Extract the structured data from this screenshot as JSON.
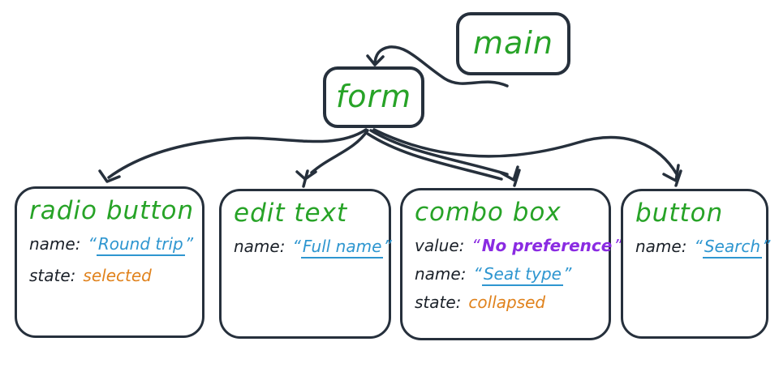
{
  "diagram_title": "accessibility-tree-diagram",
  "quotes": {
    "open": "“",
    "close": "”"
  },
  "colors": {
    "ink": "#26303c",
    "node_title_green": "#27a327",
    "name_blue": "#2e96d0",
    "state_orange": "#e0821c",
    "value_purple": "#8a2be2",
    "label_dark": "#1b2129"
  },
  "nodes": {
    "main": {
      "label": "main"
    },
    "form": {
      "label": "form"
    },
    "radio": {
      "title": "radio button",
      "props": [
        {
          "label": "name:",
          "value": "Round trip",
          "kind": "name"
        },
        {
          "label": "state:",
          "value": "selected",
          "kind": "state"
        }
      ]
    },
    "edit": {
      "title": "edit text",
      "props": [
        {
          "label": "name:",
          "value": "Full name",
          "kind": "name"
        }
      ]
    },
    "combo": {
      "title": "combo box",
      "props": [
        {
          "label": "value:",
          "value": "No preference",
          "kind": "value"
        },
        {
          "label": "name:",
          "value": "Seat type",
          "kind": "name"
        },
        {
          "label": "state:",
          "value": "collapsed",
          "kind": "state"
        }
      ]
    },
    "button": {
      "title": "button",
      "props": [
        {
          "label": "name:",
          "value": "Search",
          "kind": "name"
        }
      ]
    }
  },
  "edges": [
    {
      "from": "main",
      "to": "form"
    },
    {
      "from": "form",
      "to": "radio button"
    },
    {
      "from": "form",
      "to": "edit text"
    },
    {
      "from": "form",
      "to": "combo box"
    },
    {
      "from": "form",
      "to": "button"
    }
  ]
}
